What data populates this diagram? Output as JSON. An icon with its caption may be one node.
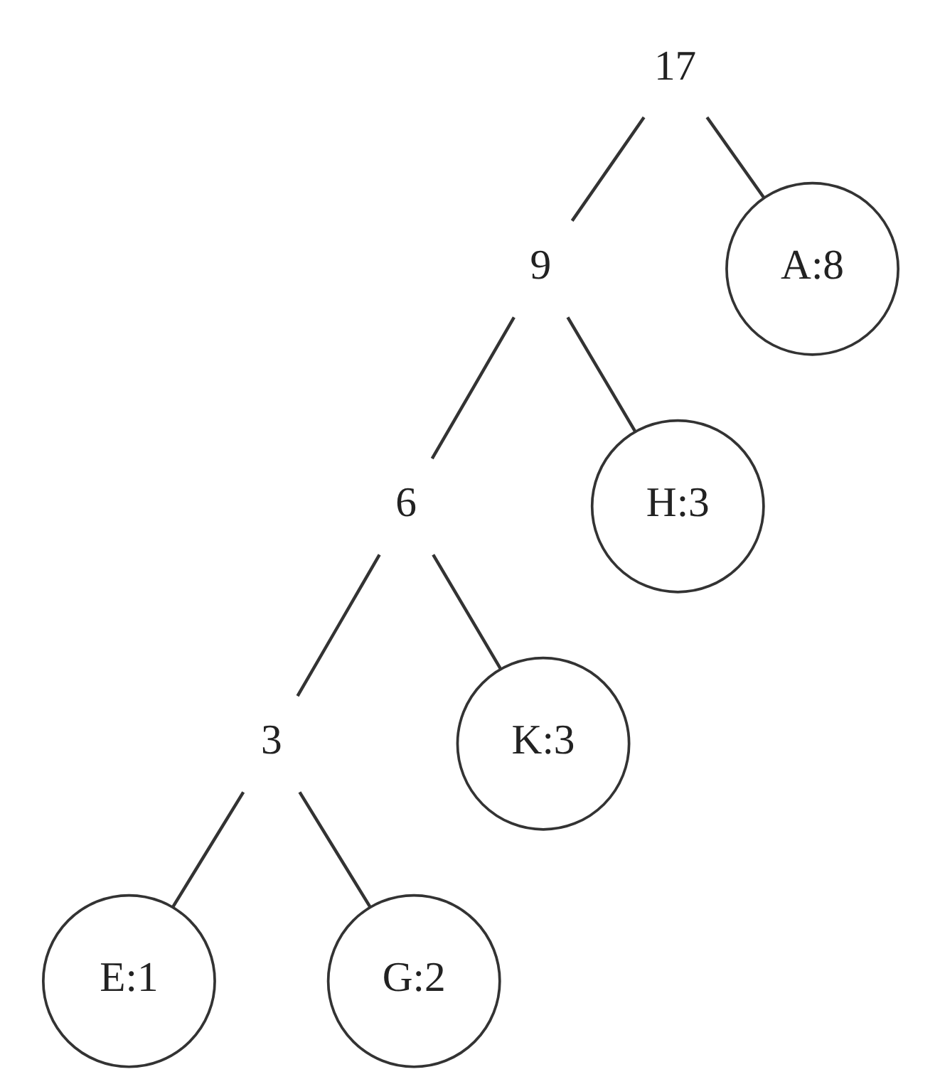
{
  "diagram": {
    "nodes": [
      {
        "text": [
          "17"
        ]
      },
      {
        "text": [
          "9"
        ]
      },
      {
        "text": [
          "A:8"
        ]
      },
      {
        "text": [
          "6"
        ]
      },
      {
        "text": [
          "H:3"
        ]
      },
      {
        "text": [
          "3"
        ]
      },
      {
        "text": [
          "K:3"
        ]
      },
      {
        "text": [
          "E:1"
        ]
      },
      {
        "text": [
          "G:2"
        ]
      }
    ],
    "edges": [
      {
        "from": 0,
        "to": 1,
        "arrow": "none"
      },
      {
        "from": 0,
        "to": 2,
        "arrow": "none"
      },
      {
        "from": 1,
        "to": 3,
        "arrow": "none"
      },
      {
        "from": 1,
        "to": 4,
        "arrow": "none"
      },
      {
        "from": 3,
        "to": 5,
        "arrow": "none"
      },
      {
        "from": 3,
        "to": 6,
        "arrow": "none"
      },
      {
        "from": 5,
        "to": 7,
        "arrow": "none"
      },
      {
        "from": 5,
        "to": 8,
        "arrow": "none"
      }
    ]
  }
}
